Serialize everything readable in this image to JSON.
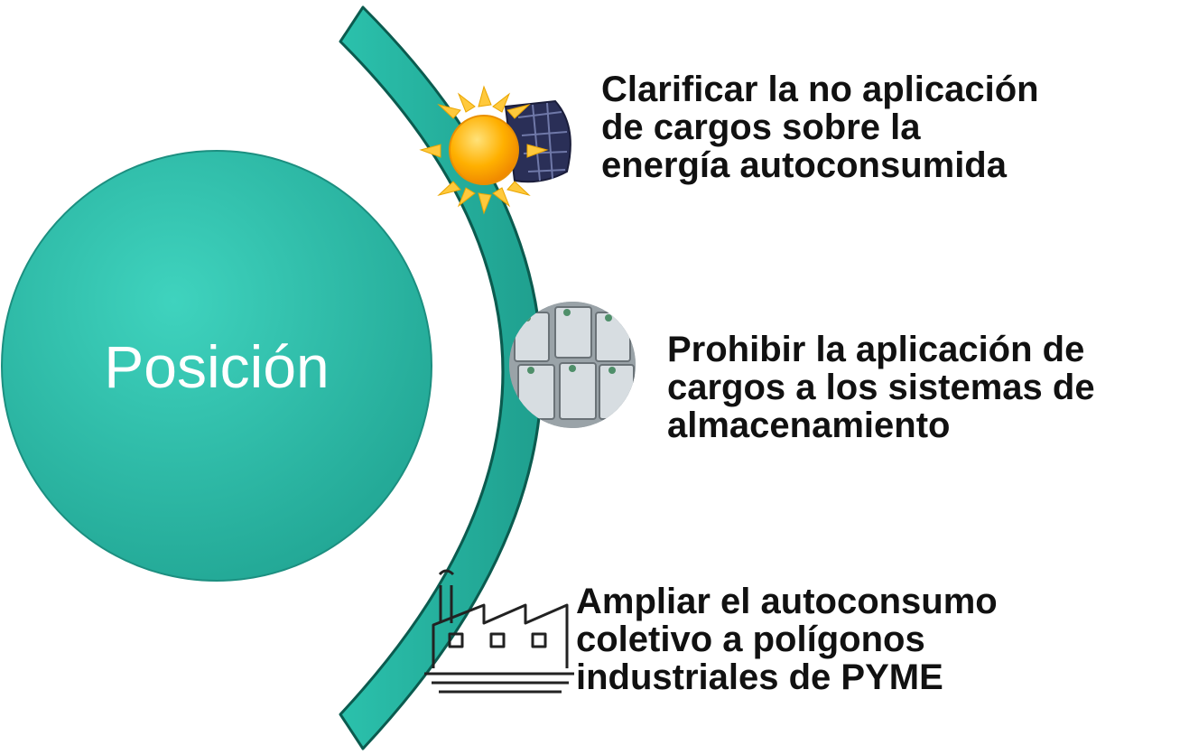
{
  "diagram": {
    "center_label": "Posición",
    "colors": {
      "teal": "#2ebda9",
      "teal_dark": "#1c8f80",
      "arc_edge": "#0b5b4f",
      "text": "#111111"
    },
    "items": [
      {
        "text": "Clarificar la no aplicación\nde cargos sobre la\nenergía autoconsumida",
        "icon": "sun-solar-panel-icon"
      },
      {
        "text": "Prohibir la aplicación de\ncargos a los sistemas de\nalmacenamiento",
        "icon": "batteries-icon"
      },
      {
        "text": "Ampliar el autoconsumo\ncoletivo a polígonos\nindustriales de PYME",
        "icon": "factory-icon"
      }
    ]
  }
}
